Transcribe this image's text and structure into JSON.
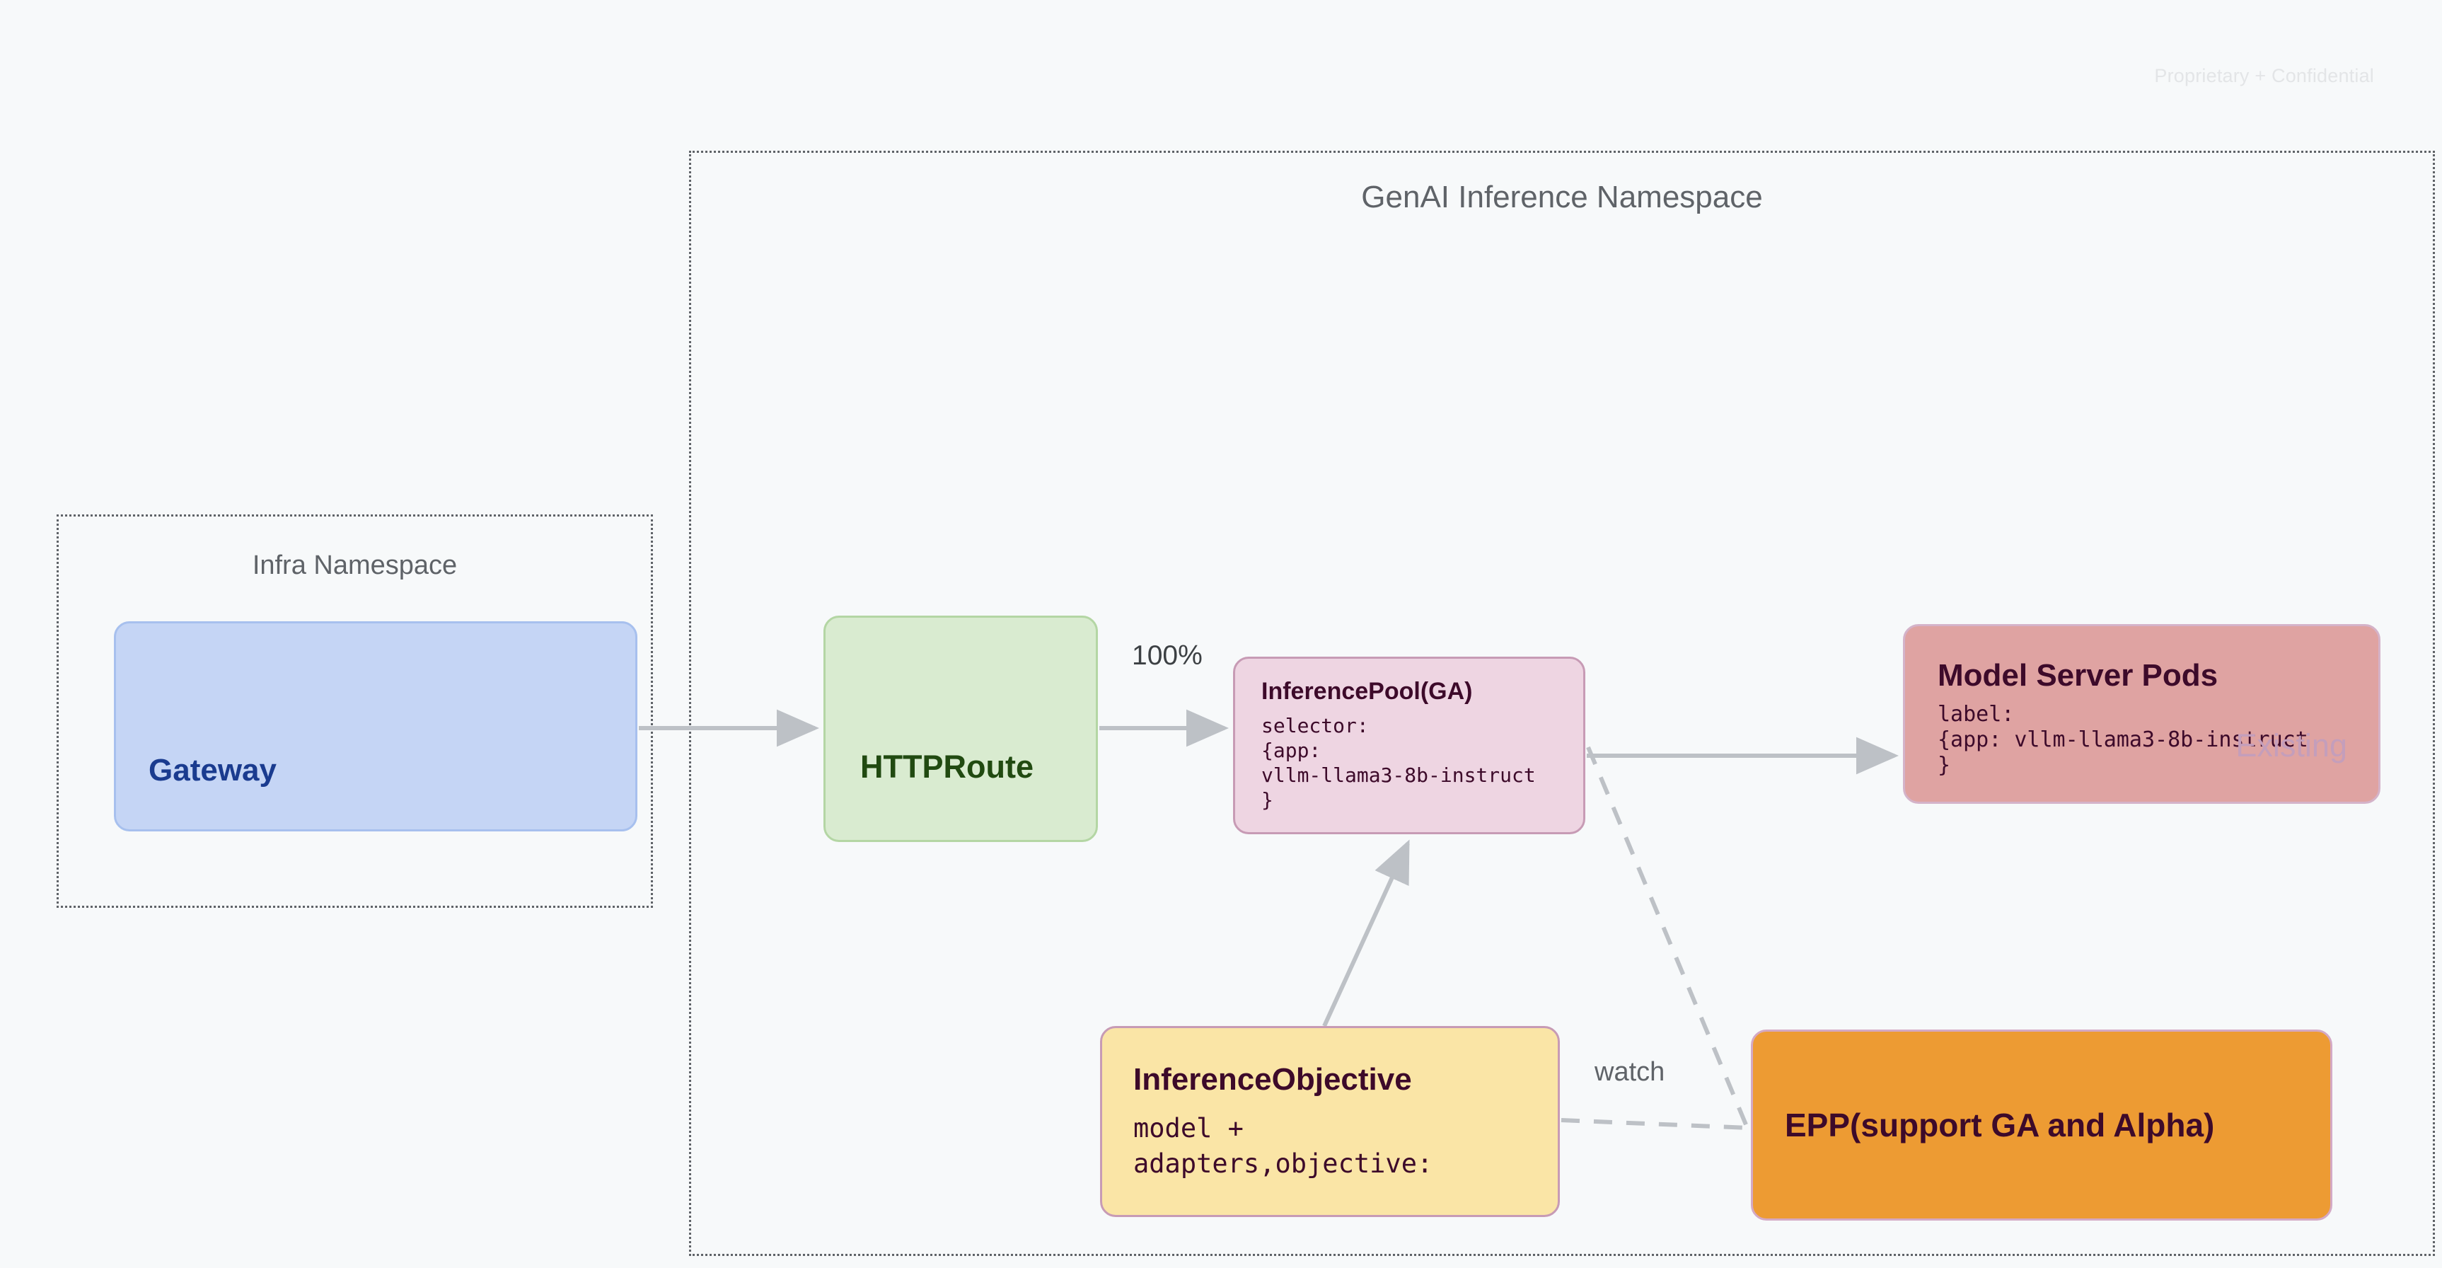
{
  "watermark": {
    "confidential": "Proprietary + Confidential"
  },
  "namespaces": {
    "genai": {
      "title": "GenAI Inference Namespace"
    },
    "infra": {
      "title": "Infra Namespace"
    }
  },
  "nodes": {
    "gateway": {
      "title": "Gateway"
    },
    "httproute": {
      "title": "HTTPRoute"
    },
    "inference_pool": {
      "title": "InferencePool(GA)",
      "detail": "selector:\n{app:\nvllm-llama3-8b-instruct\n}"
    },
    "model_server_pods": {
      "title": "Model Server Pods",
      "detail": "label:\n{app: vllm-llama3-8b-instruct\n}",
      "badge": "Existing"
    },
    "inference_objective": {
      "title": "InferenceObjective",
      "detail": "model +\nadapters,objective:"
    },
    "epp": {
      "title": "EPP(support GA and Alpha)"
    }
  },
  "edges": {
    "gateway_to_httproute": {
      "label": ""
    },
    "httproute_to_pool": {
      "label": "100%"
    },
    "pool_to_modelpods": {
      "label": ""
    },
    "objective_to_pool": {
      "label": ""
    },
    "epp_watch": {
      "label": "watch"
    }
  },
  "colors": {
    "background": "#f7f9fa",
    "namespace_border": "#5f6368",
    "gateway_fill": "#c5d5f5",
    "gateway_text": "#1a3b8f",
    "httproute_fill": "#d9ebd0",
    "httproute_text": "#214a11",
    "pool_fill": "#eed5e2",
    "modelpods_fill": "#dfa3a2",
    "objective_fill": "#fae5a6",
    "epp_fill": "#ed9b33",
    "node_text_dark": "#3d0a2a",
    "connector": "#bdc1c6"
  }
}
